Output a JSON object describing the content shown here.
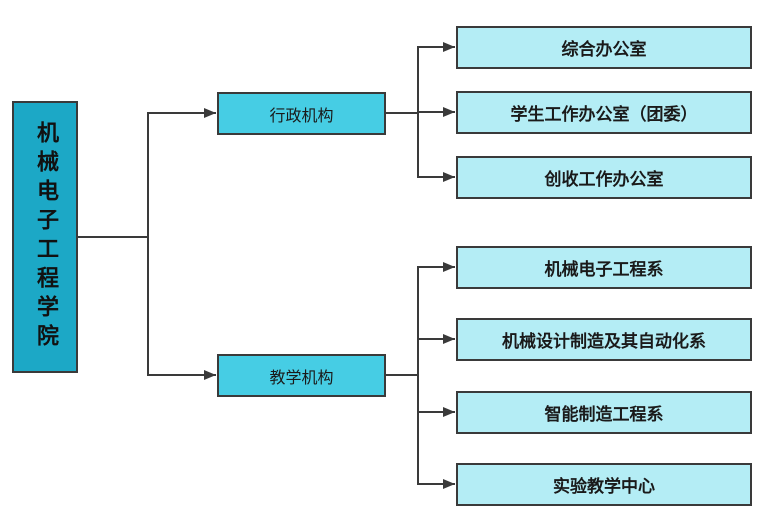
{
  "root": {
    "label": "机械电子工程学院"
  },
  "branches": [
    {
      "label": "行政机构",
      "children": [
        "综合办公室",
        "学生工作办公室（团委）",
        "创收工作办公室"
      ]
    },
    {
      "label": "教学机构",
      "children": [
        "机械电子工程系",
        "机械设计制造及其自动化系",
        "智能制造工程系",
        "实验教学中心"
      ]
    }
  ],
  "colors": {
    "root_fill": "#1ca8c6",
    "branch_fill": "#46cde4",
    "leaf_fill": "#b4edf5",
    "line": "#3a3a3a"
  }
}
